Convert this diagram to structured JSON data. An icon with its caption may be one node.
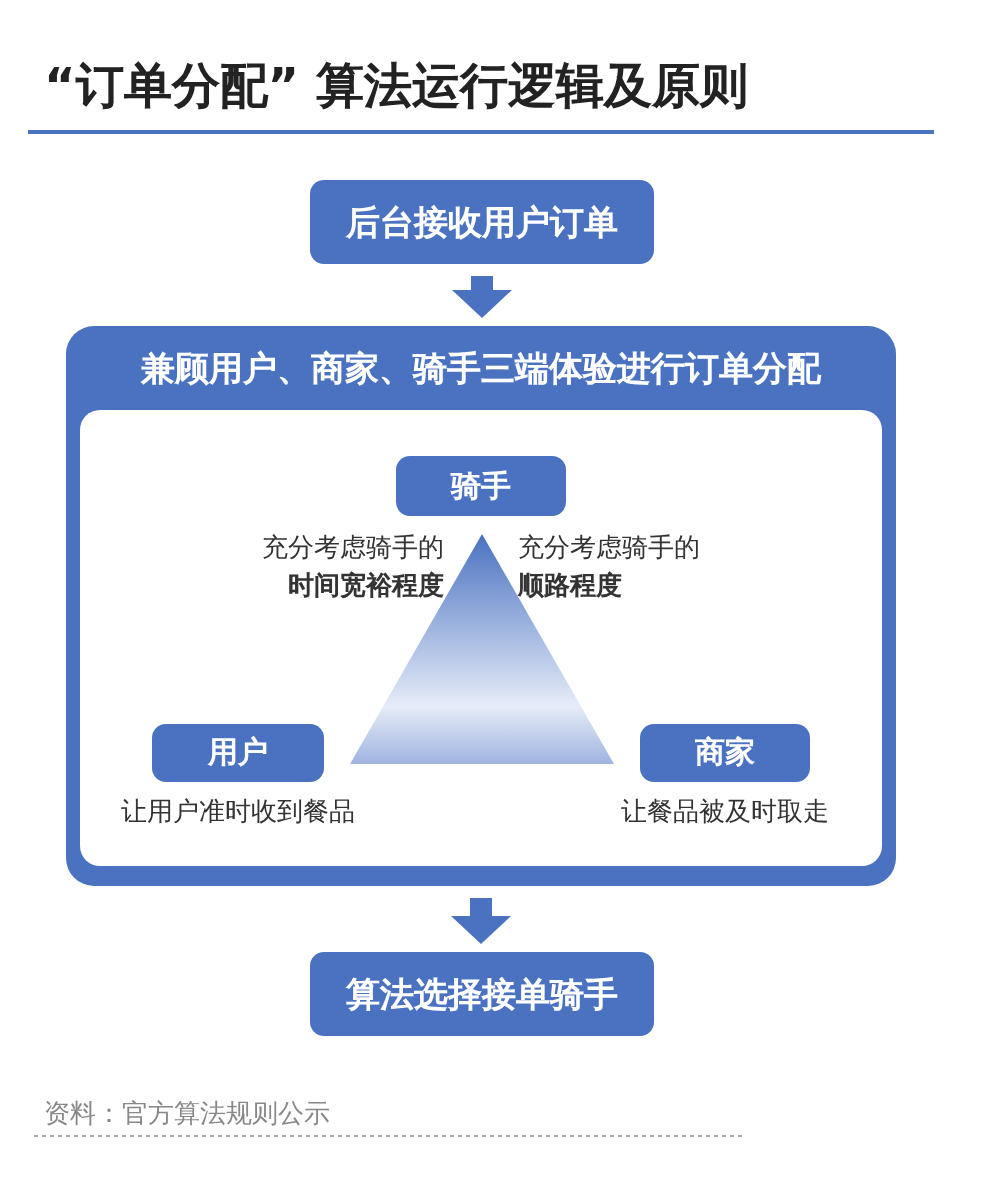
{
  "diagram": {
    "title": "“订单分配” 算法运行逻辑及原则",
    "nodes": [
      {
        "text": [
          "后台接收用户订单"
        ]
      },
      {
        "text": [
          "兼顾用户、商家、骑手三端体验进行订单分配"
        ]
      },
      {
        "text": [
          "骑手"
        ],
        "in": 1
      },
      {
        "text": [
          "用户"
        ],
        "in": 1,
        "beside": [
          "让用户准时收到餐品"
        ]
      },
      {
        "text": [
          "商家"
        ],
        "in": 1,
        "beside": [
          "让餐品被及时取走"
        ]
      },
      {
        "text": [
          "算法选择接单骑手"
        ]
      }
    ],
    "edges": [
      {
        "from": 0,
        "to": 1,
        "arrow": "to"
      },
      {
        "from": 1,
        "to": 5,
        "arrow": "to"
      }
    ],
    "labels": [
      "充分考虑骑手的**时间宽裕程度**",
      "充分考虑骑手的**顺路程度**",
      "资料：官方算法规则公示"
    ]
  }
}
